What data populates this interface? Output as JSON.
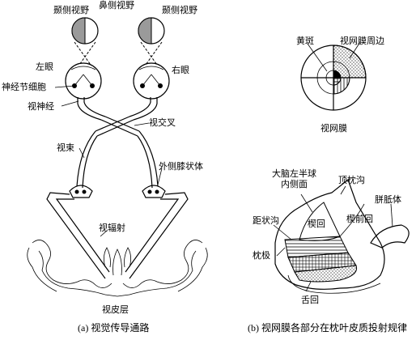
{
  "left_panel": {
    "labels": {
      "temporal_field_left": "颞侧视野",
      "nasal_field": "鼻侧视野",
      "temporal_field_right": "颞侧视野",
      "left_eye": "左眼",
      "right_eye": "右眼",
      "ganglion_cell": "神经节细胞",
      "optic_nerve": "视神经",
      "optic_chiasm": "视交叉",
      "optic_tract": "视束",
      "lateral_geniculate": "外侧膝状体",
      "optic_radiation": "视辐射",
      "visual_cortex": "视皮层"
    },
    "caption": "(a) 视觉传导通路"
  },
  "right_panel": {
    "labels": {
      "macula": "黄斑",
      "retina_periphery": "视网膜周边",
      "retina": "视网膜",
      "left_hemisphere_medial": "大脑左半球\n内侧面",
      "parieto_occipital_sulcus": "顶枕沟",
      "corpus_callosum": "胼胝体",
      "calcarine_sulcus": "距状沟",
      "cuneus": "楔回",
      "precuneus": "楔前回",
      "occipital_pole": "枕极",
      "lingual_gyrus": "舌回"
    },
    "caption": "(b) 视网膜各部分在枕叶皮质投射规律"
  }
}
